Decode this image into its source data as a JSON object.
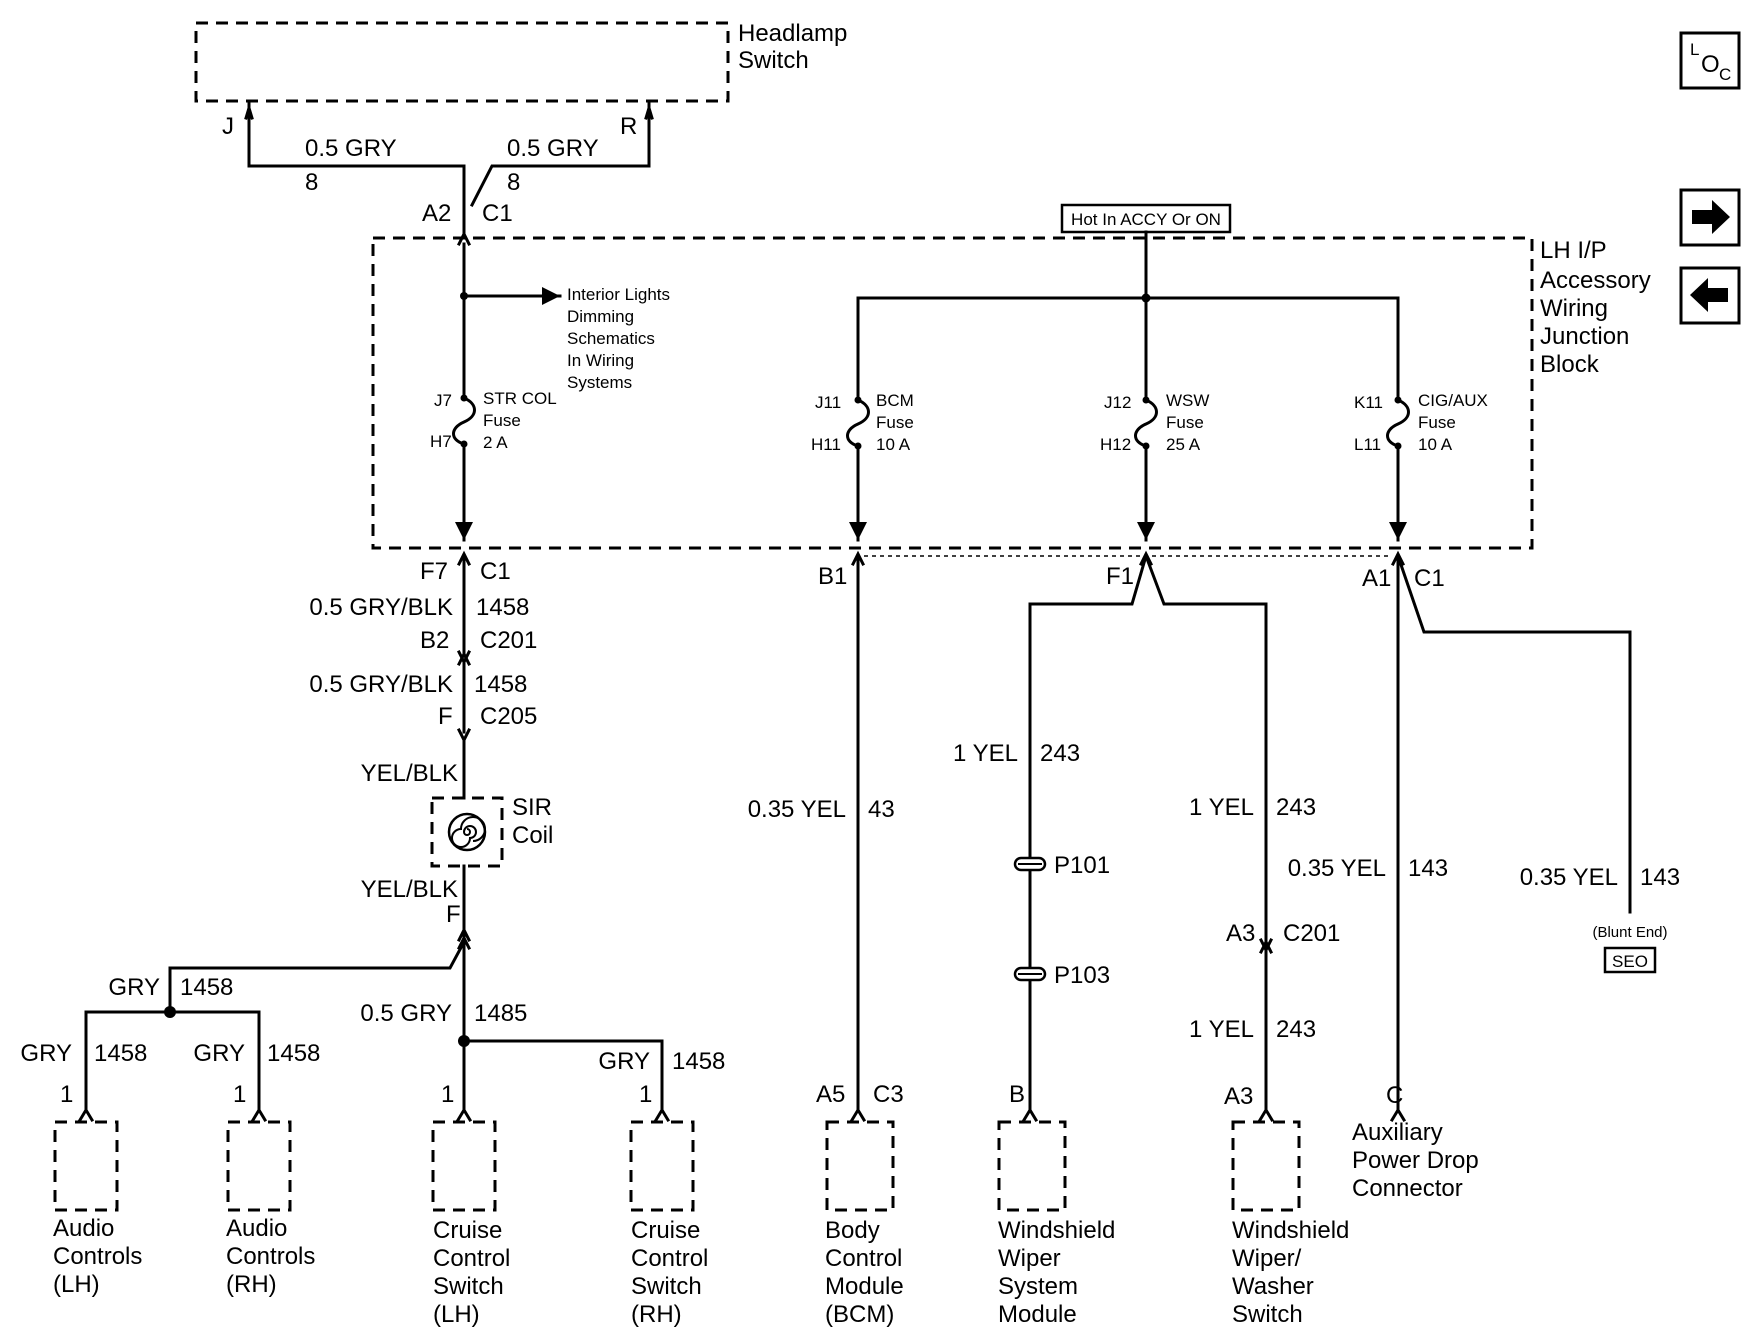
{
  "components": {
    "headlamp_switch": [
      "Headlamp",
      "Switch"
    ],
    "junction_block": [
      "LH I/P",
      "Accessory",
      "Wiring",
      "Junction",
      "Block"
    ],
    "hot_label": "Hot In ACCY Or ON",
    "interior_ref": [
      "Interior Lights",
      "Dimming",
      "Schematics",
      "In Wiring",
      "Systems"
    ],
    "sir_coil": [
      "SIR",
      "Coil"
    ],
    "blunt_end": "(Blunt End)",
    "seo": "SEO",
    "loc_icon": {
      "l": "L",
      "o": "O",
      "c": "C"
    }
  },
  "fuses": [
    {
      "in_pin": "J7",
      "out_pin": "H7",
      "name": "STR COL",
      "word": "Fuse",
      "rating": "2 A"
    },
    {
      "in_pin": "J11",
      "out_pin": "H11",
      "name": "BCM",
      "word": "Fuse",
      "rating": "10 A"
    },
    {
      "in_pin": "J12",
      "out_pin": "H12",
      "name": "WSW",
      "word": "Fuse",
      "rating": "25 A"
    },
    {
      "in_pin": "K11",
      "out_pin": "L11",
      "name": "CIG/AUX",
      "word": "Fuse",
      "rating": "10 A"
    }
  ],
  "connectors": {
    "headlamp_j": "J",
    "headlamp_r": "R",
    "a2": "A2",
    "c1": "C1",
    "f7": "F7",
    "b2": "B2",
    "c201": "C201",
    "f": "F",
    "c205": "C205",
    "b1": "B1",
    "f1": "F1",
    "a1": "A1",
    "a3": "A3",
    "b": "B",
    "c": "C",
    "a5": "A5",
    "c3": "C3",
    "one": "1",
    "p101": "P101",
    "p103": "P103"
  },
  "wires": {
    "gry": "0.5 GRY",
    "circuit_8": "8",
    "gry_blk": "0.5 GRY/BLK",
    "circuit_1458": "1458",
    "yel_blk": "YEL/BLK",
    "gry_plain": "GRY",
    "circuit_1485": "1485",
    "yel_035": "0.35 YEL",
    "circuit_43": "43",
    "circuit_143": "143",
    "yel_1": "1 YEL",
    "circuit_243": "243"
  },
  "loads": {
    "audio_lh": [
      "Audio",
      "Controls",
      "(LH)"
    ],
    "audio_rh": [
      "Audio",
      "Controls",
      "(RH)"
    ],
    "cruise_lh": [
      "Cruise",
      "Control",
      "Switch",
      "(LH)"
    ],
    "cruise_rh": [
      "Cruise",
      "Control",
      "Switch",
      "(RH)"
    ],
    "bcm": [
      "Body",
      "Control",
      "Module",
      "(BCM)"
    ],
    "wiper_module": [
      "Windshield",
      "Wiper",
      "System",
      "Module"
    ],
    "wiper_switch": [
      "Windshield",
      "Wiper/",
      "Washer",
      "Switch"
    ],
    "aux_power": [
      "Auxiliary",
      "Power Drop",
      "Connector"
    ]
  }
}
